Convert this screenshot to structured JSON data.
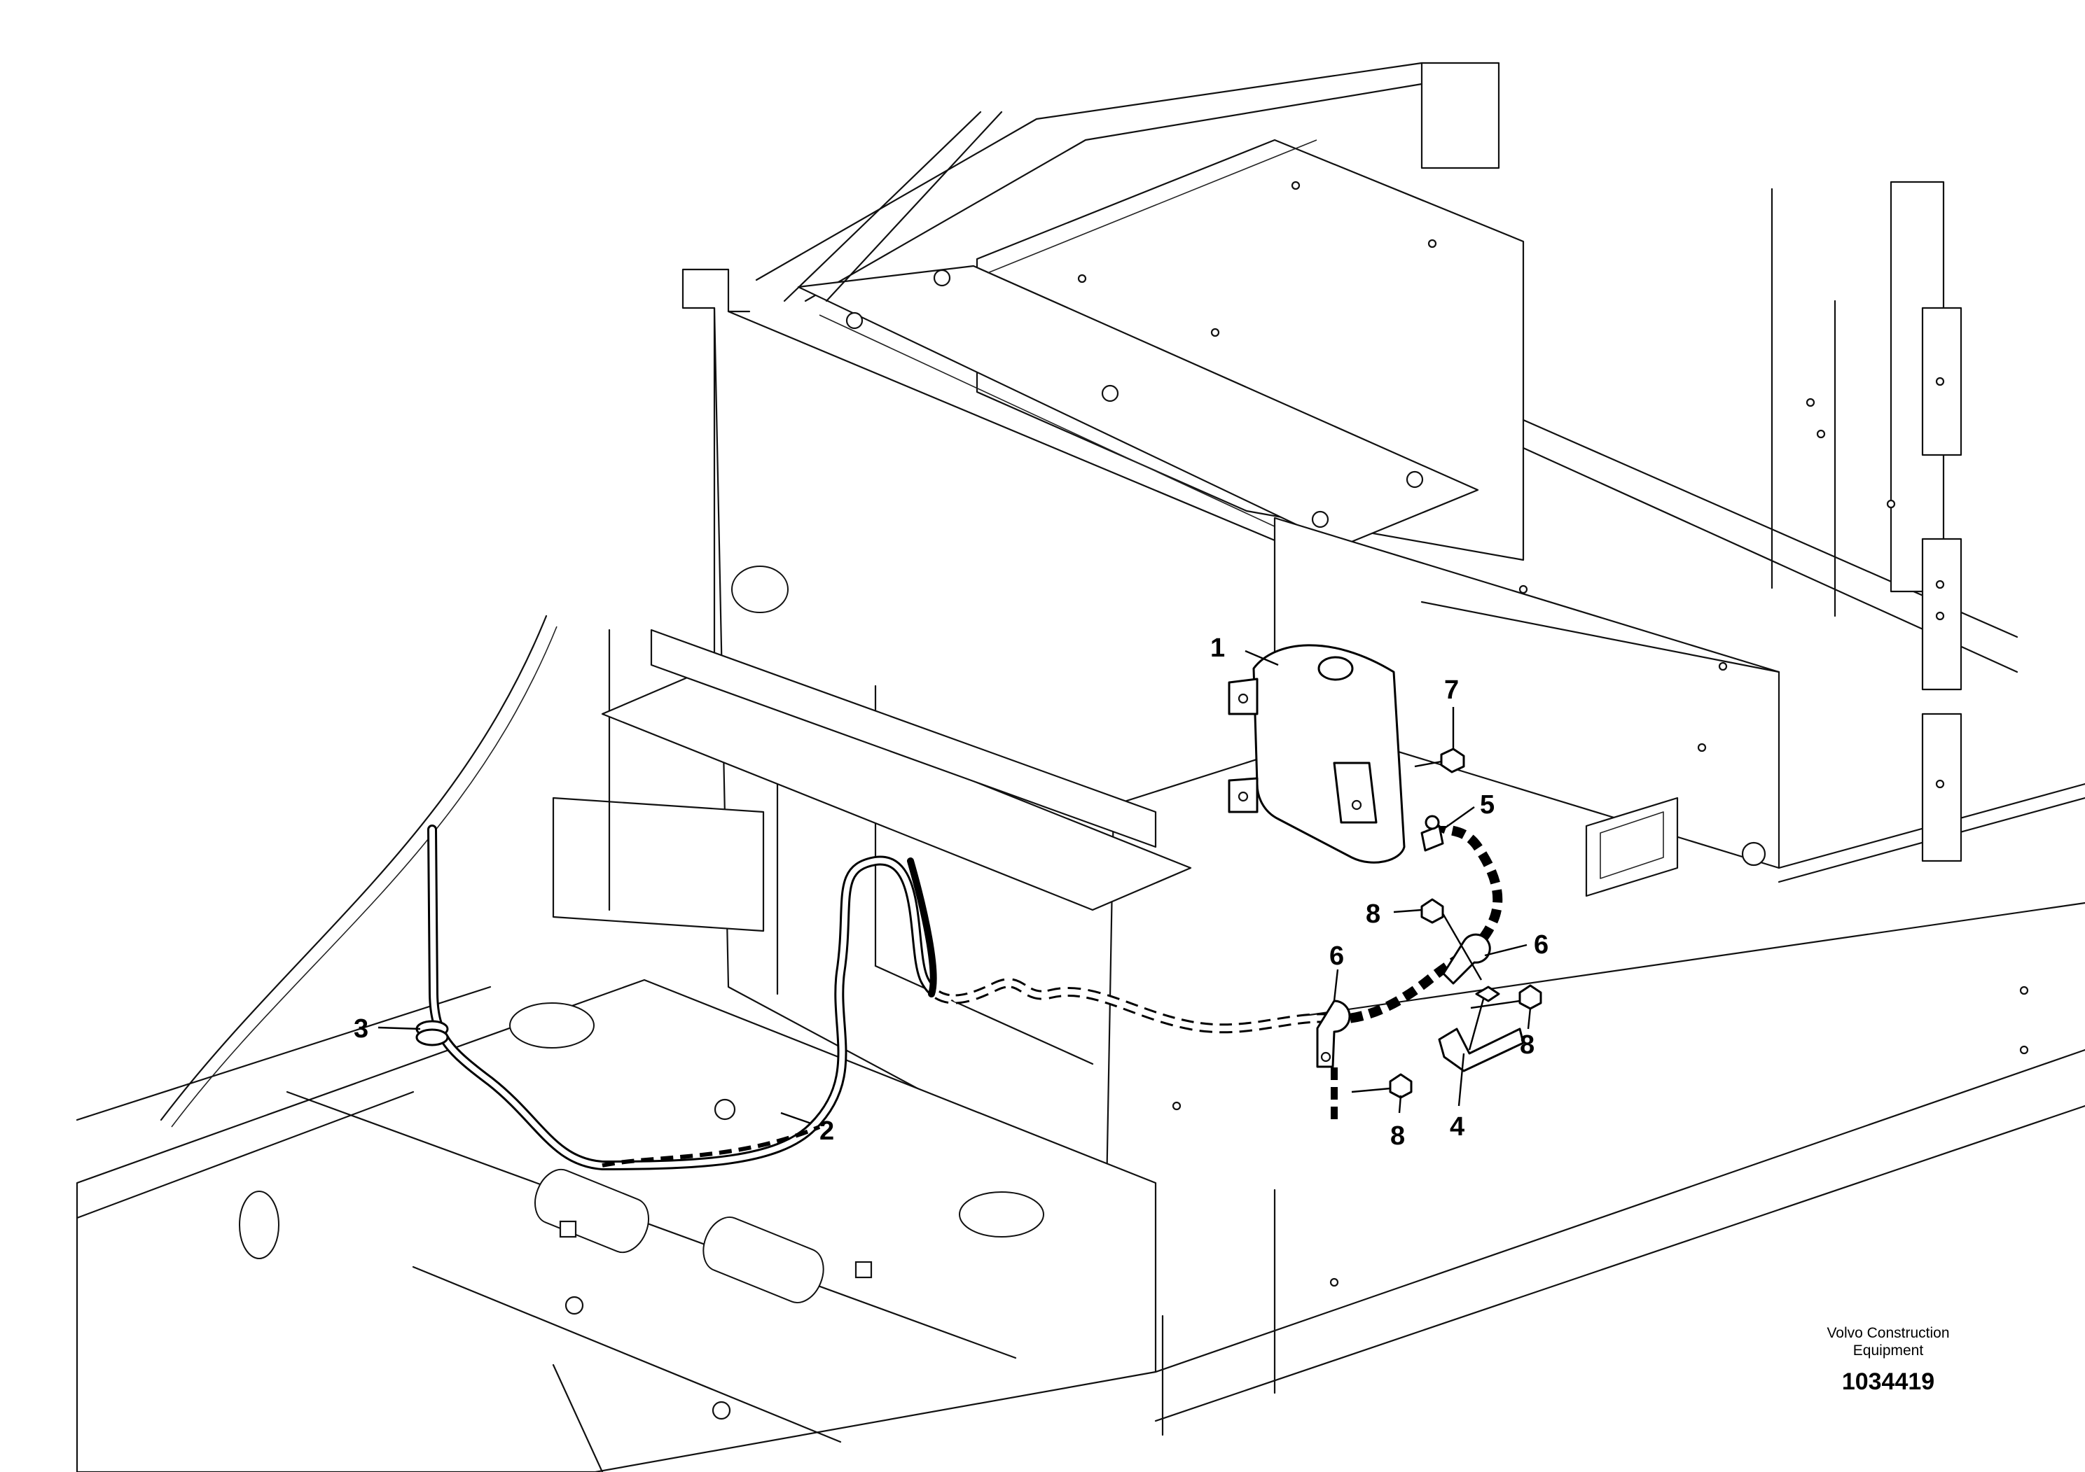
{
  "callouts": [
    {
      "id": "c1",
      "label": "1"
    },
    {
      "id": "c2",
      "label": "2"
    },
    {
      "id": "c3",
      "label": "3"
    },
    {
      "id": "c4",
      "label": "4"
    },
    {
      "id": "c5",
      "label": "5"
    },
    {
      "id": "c6a",
      "label": "6"
    },
    {
      "id": "c6b",
      "label": "6"
    },
    {
      "id": "c7",
      "label": "7"
    },
    {
      "id": "c8a",
      "label": "8"
    },
    {
      "id": "c8b",
      "label": "8"
    },
    {
      "id": "c8c",
      "label": "8"
    }
  ],
  "footer": {
    "brand_line1": "Volvo Construction",
    "brand_line2": "Equipment",
    "doc_number": "1034419"
  }
}
